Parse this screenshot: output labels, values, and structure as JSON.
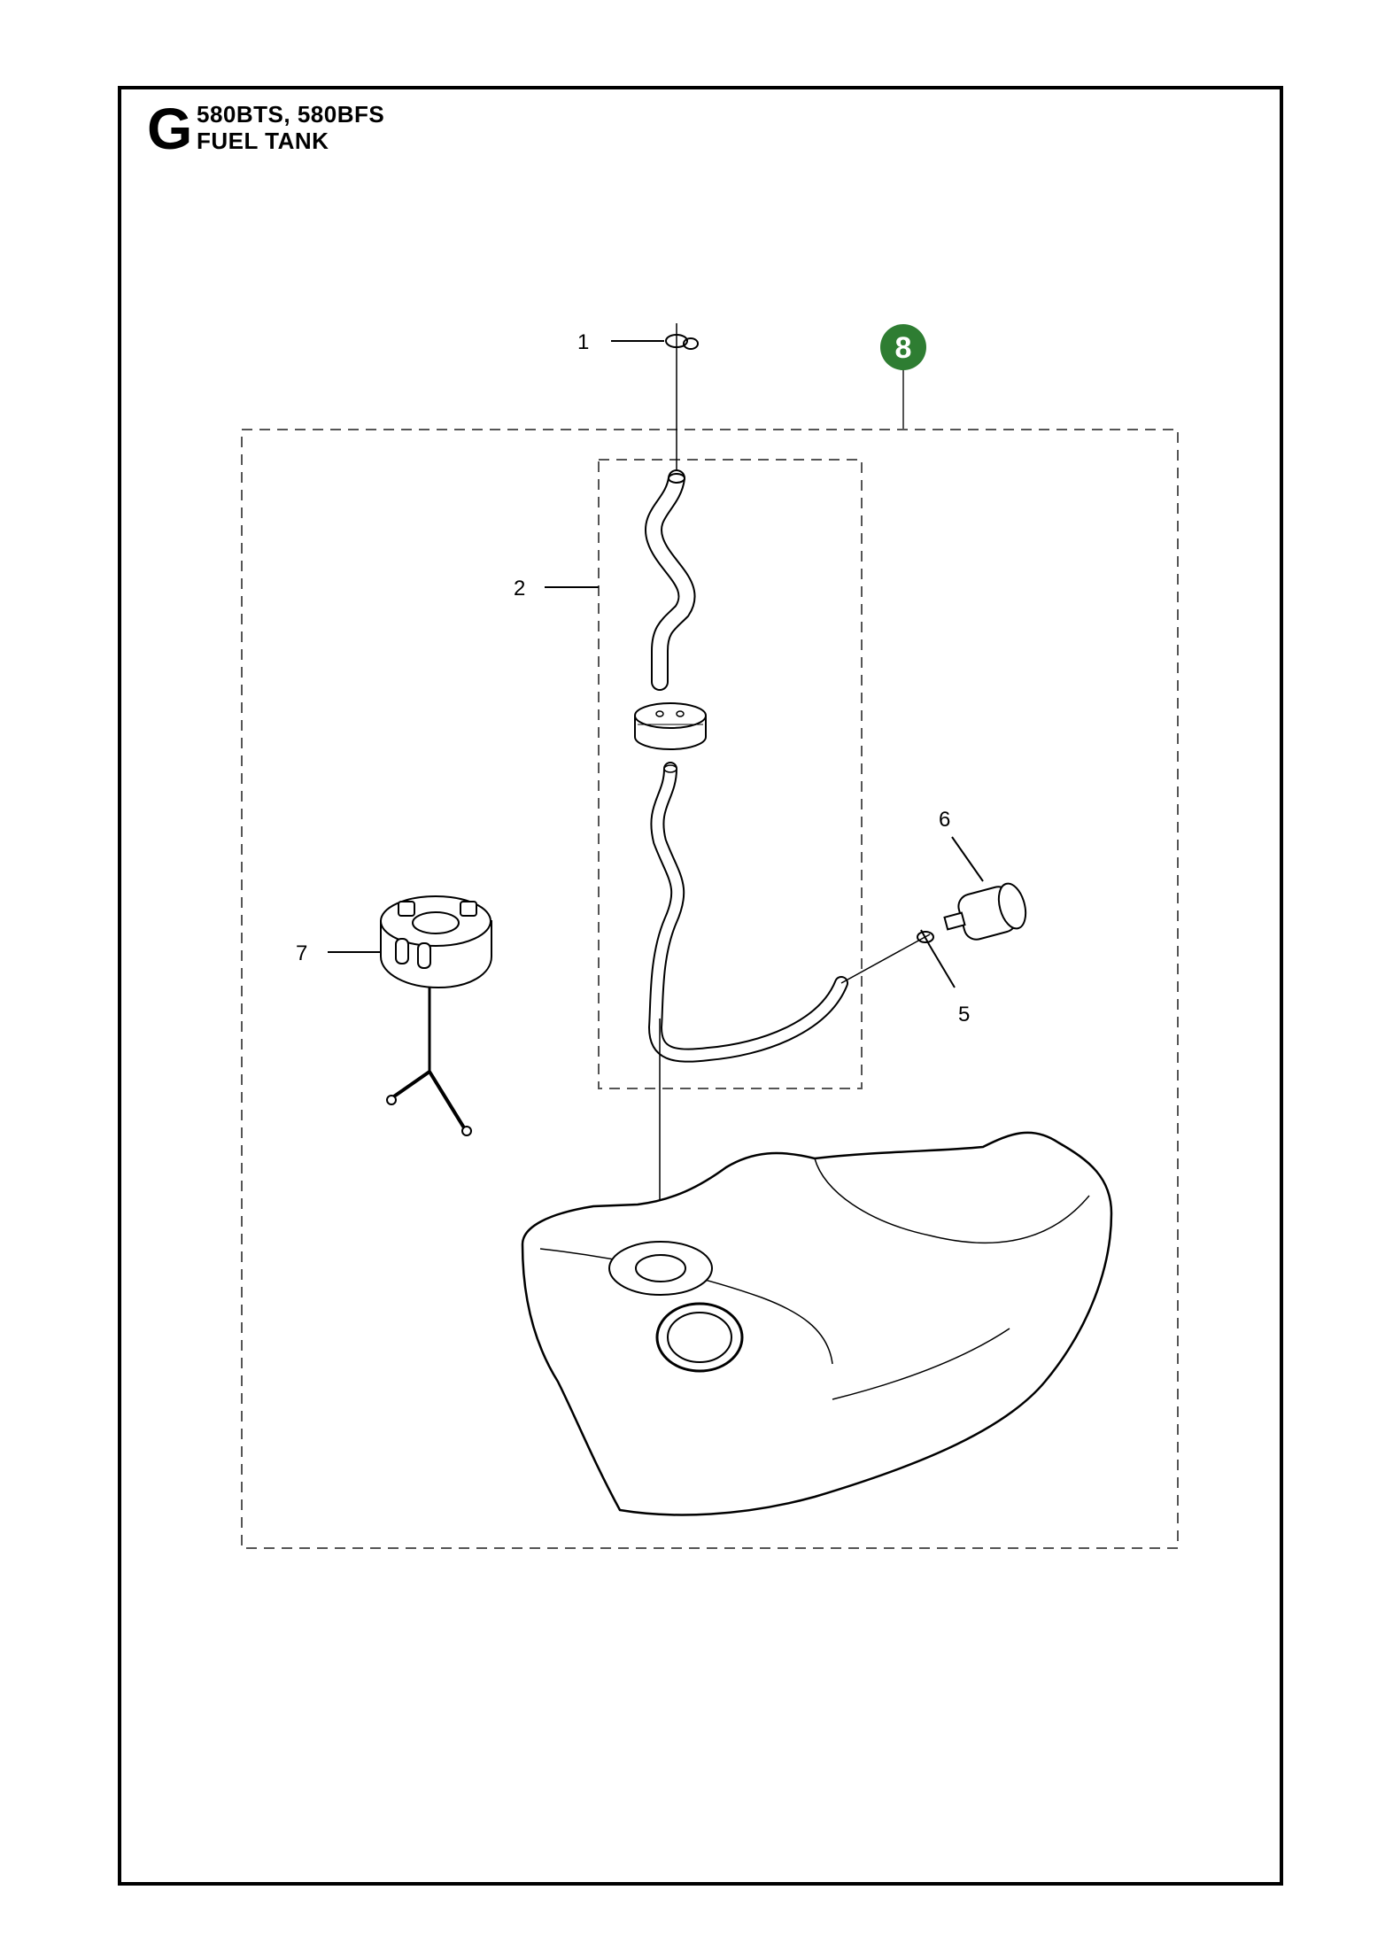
{
  "header": {
    "section_letter": "G",
    "models": "580BTS, 580BFS",
    "title": "FUEL TANK"
  },
  "callouts": {
    "c1": "1",
    "c2": "2",
    "c5": "5",
    "c6": "6",
    "c7": "7"
  },
  "badge": {
    "label": "8",
    "color": "#2e7d32"
  },
  "icons": {
    "fuel_tank": "fuel-tank-icon",
    "fuel_cap": "fuel-cap-icon",
    "fuel_filter": "fuel-filter-icon",
    "fuel_hose": "fuel-hose-icon",
    "grommet": "grommet-icon",
    "clip": "clip-icon"
  }
}
